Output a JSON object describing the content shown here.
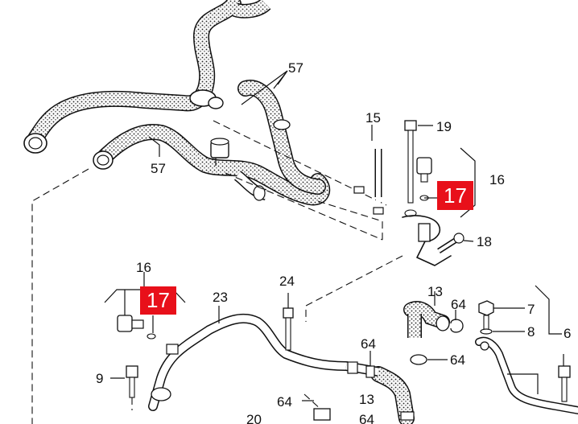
{
  "diagram": {
    "labels": {
      "l57a": "57",
      "l57b": "57",
      "l15": "15",
      "l19": "19",
      "l16a": "16",
      "l17a": "17",
      "l18": "18",
      "l16b": "16",
      "l17b": "17",
      "l23": "23",
      "l24": "24",
      "l13a": "13",
      "l64a": "64",
      "l7": "7",
      "l8": "8",
      "l6": "6",
      "l9": "9",
      "l64b": "64",
      "l64c": "64",
      "l64d": "64",
      "l13b": "13",
      "l20": "20",
      "l64e": "64"
    },
    "colors": {
      "callout": "#e8101a",
      "line": "#111111",
      "hose_fill": "#f4f4f4"
    }
  }
}
